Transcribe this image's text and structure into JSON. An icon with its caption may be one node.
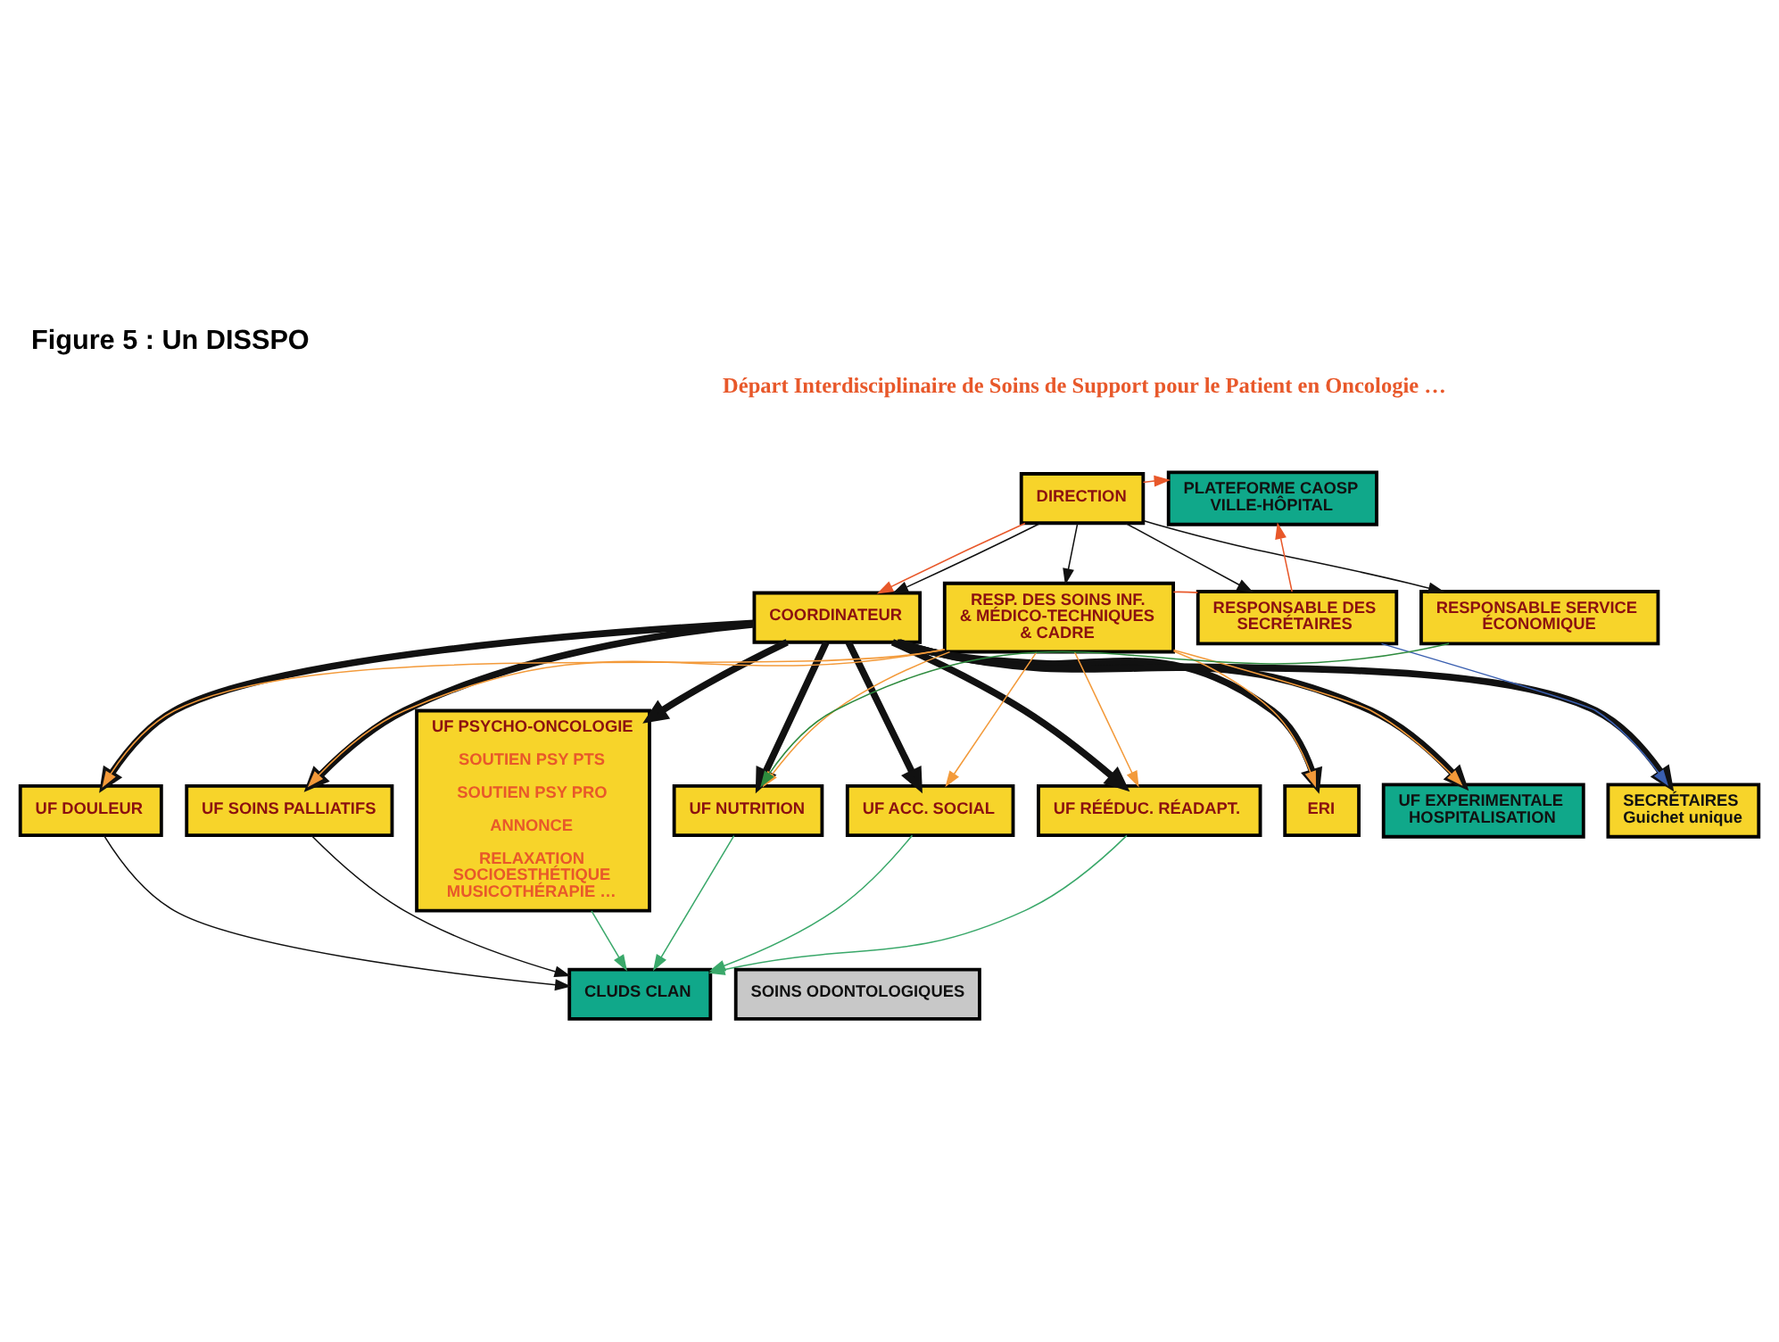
{
  "diagram": {
    "title": "Figure 5 : Un DISSPO",
    "nodes": [
      {
        "text": [
          "PLATEFORME CAOSP VILLE-HÔPITAL"
        ]
      },
      {
        "text": [
          "DIRECTION"
        ]
      },
      {
        "text": [
          "COORDINATEUR"
        ]
      },
      {
        "text": [
          "RESP. DES SOINS INF. & MÉDICO-TECHNIQUES & CADRE"
        ]
      },
      {
        "text": [
          "RESPONSABLE DES SECRÉTAIRES"
        ]
      },
      {
        "text": [
          "RESPONSABLE SERVICE ÉCONOMIQUE"
        ]
      },
      {
        "text": [
          "SECRÉTAIRES",
          "Guichet unique"
        ]
      },
      {
        "text": [
          "UF DOULEUR"
        ]
      },
      {
        "text": [
          "UF SOINS PALLIATIFS"
        ]
      },
      {
        "text": [
          "UF PSYCHO-ONCOLOGIE",
          "SOUTIEN PSY PTS",
          "SOUTIEN PSY PRO",
          "ANNONCE",
          "RELAXATION SOCIOESTHÉTIQUE MUSICOTHÉRAPIE …"
        ]
      },
      {
        "text": [
          "UF NUTRITION"
        ]
      },
      {
        "text": [
          "UF ACC. SOCIAL"
        ]
      },
      {
        "text": [
          "UF RÉÉDUC. RÉADAPT."
        ]
      },
      {
        "text": [
          "ERI"
        ]
      },
      {
        "text": [
          "UF EXPERIMENTALE HOSPITALISATION"
        ]
      },
      {
        "text": [
          "SOINS ODONTOLOGIQUES"
        ]
      },
      {
        "text": [
          "CLUDS CLAN"
        ]
      }
    ],
    "edges": [
      {
        "from": 1,
        "to": 0,
        "arrow": "to",
        "color": "#e8582a"
      },
      {
        "from": 1,
        "to": 2,
        "arrow": "to",
        "color": "#e8582a"
      },
      {
        "from": 4,
        "to": 0,
        "arrow": "to",
        "color": "#e8582a"
      },
      {
        "from": 3,
        "to": 4,
        "arrow": "none",
        "color": "#e8582a"
      },
      {
        "from": 1,
        "to": 2,
        "arrow": "to"
      },
      {
        "from": 1,
        "to": 3,
        "arrow": "to"
      },
      {
        "from": 1,
        "to": 4,
        "arrow": "to"
      },
      {
        "from": 1,
        "to": 5,
        "arrow": "to"
      },
      {
        "from": 4,
        "to": 6,
        "arrow": "to",
        "color": "#3a5fb0"
      },
      {
        "from": 2,
        "to": 6,
        "arrow": "to",
        "style": "thick"
      },
      {
        "from": 2,
        "to": 7,
        "arrow": "to",
        "style": "thick"
      },
      {
        "from": 2,
        "to": 8,
        "arrow": "to",
        "style": "thick"
      },
      {
        "from": 2,
        "to": 9,
        "arrow": "to",
        "style": "thick"
      },
      {
        "from": 2,
        "to": 10,
        "arrow": "to",
        "style": "thick"
      },
      {
        "from": 2,
        "to": 11,
        "arrow": "to",
        "style": "thick"
      },
      {
        "from": 2,
        "to": 12,
        "arrow": "to",
        "style": "thick"
      },
      {
        "from": 2,
        "to": 13,
        "arrow": "to",
        "style": "thick"
      },
      {
        "from": 2,
        "to": 14,
        "arrow": "to",
        "style": "thick"
      },
      {
        "from": 3,
        "to": 7,
        "arrow": "to",
        "color": "#f39a3a"
      },
      {
        "from": 3,
        "to": 8,
        "arrow": "to",
        "color": "#f39a3a"
      },
      {
        "from": 3,
        "to": 10,
        "arrow": "to",
        "color": "#f39a3a"
      },
      {
        "from": 3,
        "to": 11,
        "arrow": "to",
        "color": "#f39a3a"
      },
      {
        "from": 3,
        "to": 12,
        "arrow": "to",
        "color": "#f39a3a"
      },
      {
        "from": 3,
        "to": 13,
        "arrow": "to",
        "color": "#f39a3a"
      },
      {
        "from": 3,
        "to": 14,
        "arrow": "to",
        "color": "#f39a3a"
      },
      {
        "from": 5,
        "to": 10,
        "arrow": "to",
        "color": "#2e8b3e"
      },
      {
        "from": 7,
        "to": 16,
        "arrow": "to"
      },
      {
        "from": 8,
        "to": 16,
        "arrow": "to"
      },
      {
        "from": 9,
        "to": 16,
        "arrow": "to",
        "color": "#3aa86a"
      },
      {
        "from": 10,
        "to": 16,
        "arrow": "to",
        "color": "#3aa86a"
      },
      {
        "from": 11,
        "to": 16,
        "arrow": "to",
        "color": "#3aa86a"
      },
      {
        "from": 12,
        "to": 16,
        "arrow": "to",
        "color": "#3aa86a"
      }
    ],
    "labels": [
      "Départ Interdisciplinaire de Soins de Support pour le Patient en Oncologie …"
    ]
  }
}
